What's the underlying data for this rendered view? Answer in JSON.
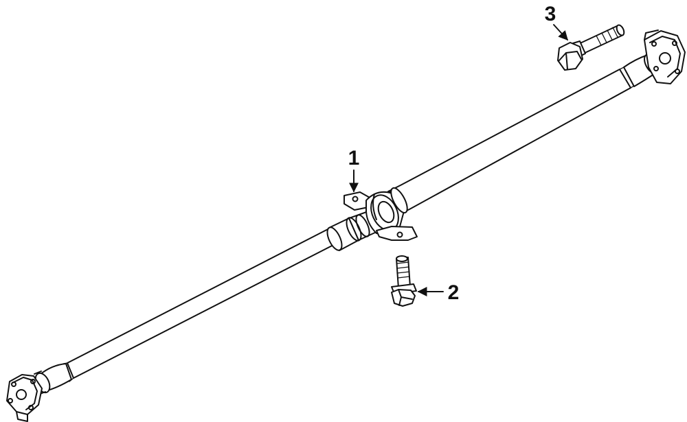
{
  "diagram": {
    "callouts": [
      {
        "id": "center-support-bearing",
        "number": "1"
      },
      {
        "id": "bearing-bolt",
        "number": "2"
      },
      {
        "id": "flange-bolt",
        "number": "3"
      }
    ],
    "colors": {
      "line": "#111111",
      "background": "#ffffff"
    }
  }
}
